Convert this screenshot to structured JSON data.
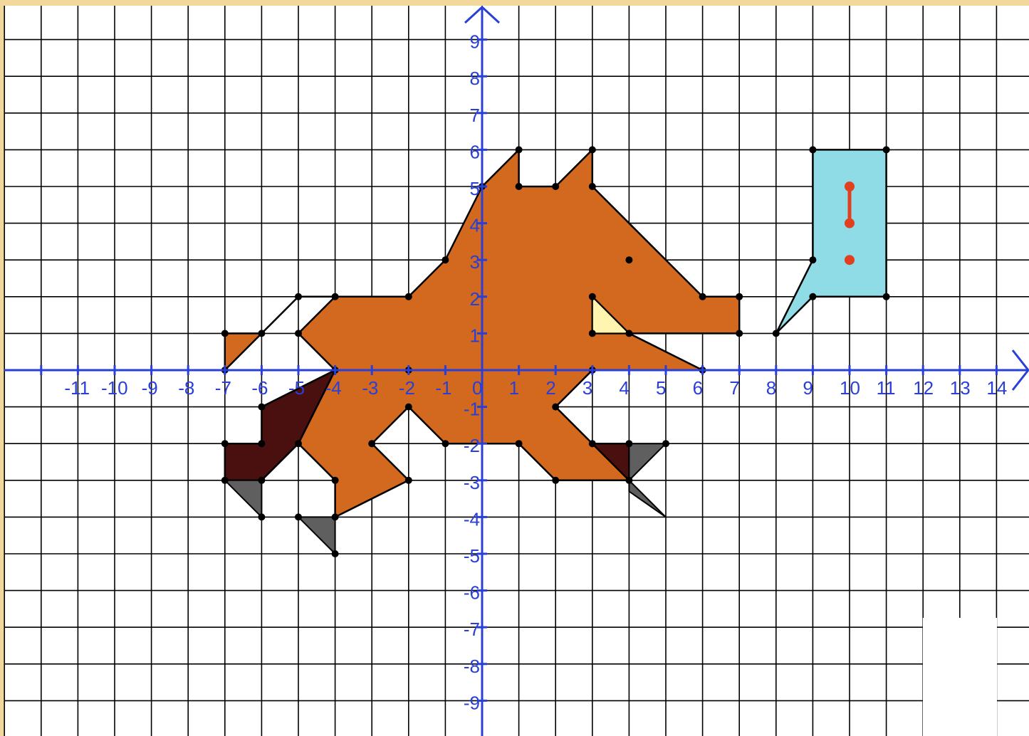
{
  "axes": {
    "x_ticks": [
      "-11",
      "-10",
      "-9",
      "-8",
      "-7",
      "-6",
      "-5",
      "-4",
      "-3",
      "-2",
      "-1",
      "0",
      "1",
      "2",
      "3",
      "4",
      "5",
      "6",
      "7",
      "8",
      "9",
      "10",
      "11",
      "12",
      "13",
      "14"
    ],
    "y_ticks": [
      "9",
      "8",
      "7",
      "6",
      "5",
      "4",
      "3",
      "2",
      "1",
      "-1",
      "-2",
      "-3",
      "-4",
      "-5",
      "-6",
      "-7",
      "-8",
      "-9"
    ],
    "axis_color": "#2a3fd6"
  },
  "colors": {
    "body": "#d2691e",
    "dark_feet": "#4a1010",
    "claws": "#5f5f5f",
    "eye": "#fff4b0",
    "speech_bubble": "#8fdce6",
    "exclamation": "#e04020",
    "grid": "#000000",
    "paper": "#ffffff",
    "frame": "#f2d89a"
  },
  "shapes": {
    "body": [
      [
        0,
        5
      ],
      [
        1,
        6
      ],
      [
        1,
        5
      ],
      [
        2,
        5
      ],
      [
        3,
        6
      ],
      [
        3,
        5
      ],
      [
        6,
        2
      ],
      [
        7,
        2
      ],
      [
        7,
        1
      ],
      [
        4,
        1
      ],
      [
        3,
        2
      ],
      [
        3,
        1
      ],
      [
        4,
        1
      ],
      [
        6,
        0
      ],
      [
        3,
        0
      ],
      [
        2,
        -1
      ],
      [
        4,
        -3
      ],
      [
        2,
        -3
      ],
      [
        1,
        -2
      ],
      [
        -1,
        -2
      ],
      [
        -2,
        -1
      ],
      [
        -3,
        -2
      ],
      [
        -2,
        -3
      ],
      [
        -4,
        -4
      ],
      [
        -4,
        -3
      ],
      [
        -5,
        -2
      ],
      [
        -4,
        0
      ],
      [
        -5,
        1
      ],
      [
        -4,
        2
      ],
      [
        -2,
        2
      ],
      [
        -1,
        3
      ]
    ],
    "tail_tip": [
      [
        -7,
        0
      ],
      [
        -7,
        1
      ],
      [
        -6,
        1
      ]
    ],
    "tail_outline": [
      [
        -6,
        1
      ],
      [
        -5,
        2
      ],
      [
        -4,
        2
      ]
    ],
    "eye": [
      [
        3,
        2
      ],
      [
        3,
        1
      ],
      [
        4,
        1
      ]
    ],
    "dark_leg_back": [
      [
        -4,
        0
      ],
      [
        -6,
        -1
      ],
      [
        -6,
        -2
      ],
      [
        -7,
        -2
      ],
      [
        -7,
        -3
      ],
      [
        -6,
        -3
      ],
      [
        -5,
        -2
      ]
    ],
    "dark_leg_front": [
      [
        3,
        -2
      ],
      [
        4,
        -2
      ],
      [
        4,
        -3
      ]
    ],
    "claw_back_1": [
      [
        -7,
        -3
      ],
      [
        -6,
        -3
      ],
      [
        -6,
        -4
      ]
    ],
    "claw_back_2": [
      [
        -5,
        -4
      ],
      [
        -4,
        -4
      ],
      [
        -4,
        -5
      ]
    ],
    "claw_front_1": [
      [
        4,
        -2
      ],
      [
        5,
        -2
      ],
      [
        4,
        -3
      ]
    ],
    "claw_front_2": [
      [
        4,
        -3
      ],
      [
        5,
        -4
      ],
      [
        4,
        -3.3
      ]
    ],
    "bubble": [
      [
        9,
        6
      ],
      [
        11,
        6
      ],
      [
        11,
        2
      ],
      [
        9,
        2
      ],
      [
        8,
        1
      ],
      [
        9,
        3
      ]
    ],
    "exclamation_bar": [
      [
        10,
        5
      ],
      [
        10,
        4
      ]
    ],
    "exclamation_dot": [
      10,
      3
    ]
  }
}
